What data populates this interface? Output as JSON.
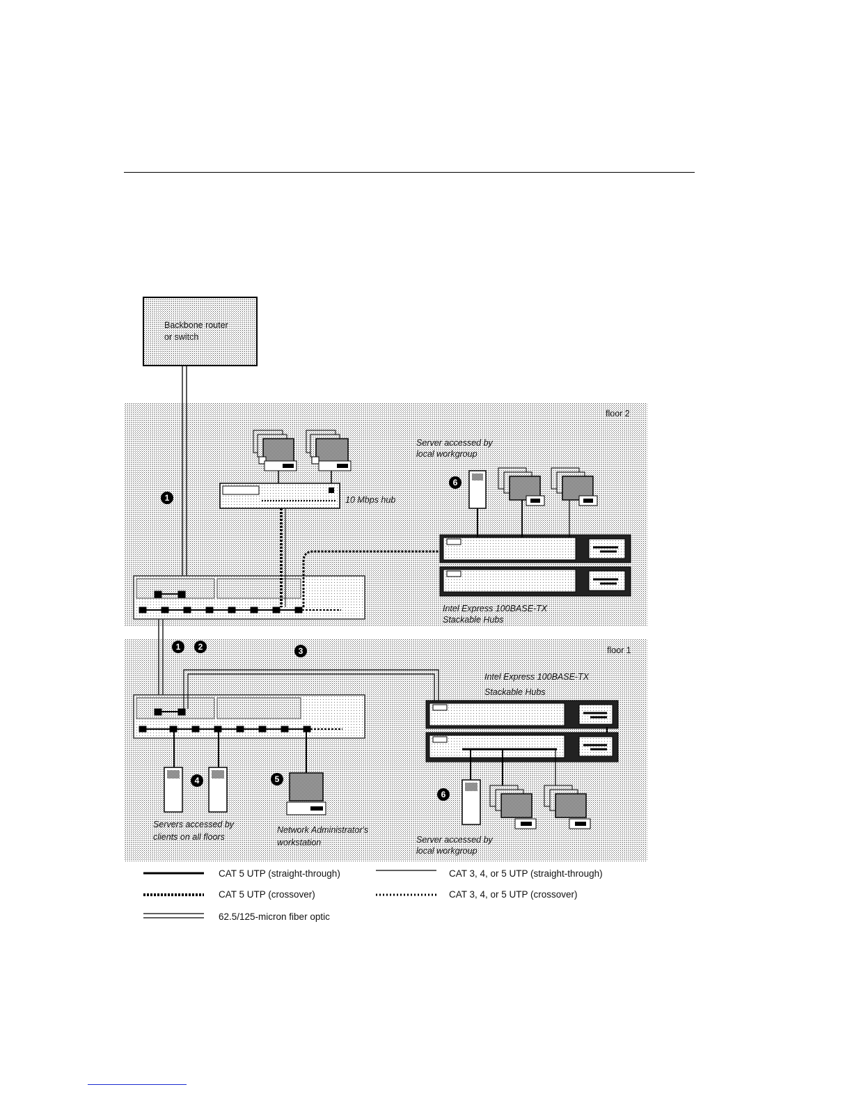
{
  "labels": {
    "backbone": [
      "Backbone router",
      "or switch"
    ],
    "floor2": "floor 2",
    "floor1": "floor 1",
    "hub": "10 Mbps hub",
    "server_local_top": [
      "Server accessed by",
      "local workgroup"
    ],
    "stackable_top": [
      "Intel Express 100BASE-TX",
      "Stackable Hubs"
    ],
    "stackable_bottom": [
      "Intel Express 100BASE-TX",
      "Stackable Hubs"
    ],
    "servers_all": [
      "Servers accessed by",
      "clients on all floors"
    ],
    "netmgmt": [
      "Network Administrator's",
      "workstation"
    ],
    "server_local_bottom": [
      "Server accessed by",
      "local workgroup"
    ]
  },
  "badges": {
    "one_a": "1",
    "one_b": "1",
    "two": "2",
    "three": "3",
    "four": "4",
    "five": "5",
    "six_a": "6",
    "six_b": "6"
  },
  "legend": [
    {
      "style": "thick-solid",
      "text": "CAT 5 UTP (straight-through)"
    },
    {
      "style": "thin-solid",
      "text": "CAT 3, 4, or 5 UTP (straight-through)"
    },
    {
      "style": "thick-dotted",
      "text": "CAT 5 UTP (crossover)"
    },
    {
      "style": "thin-dotted",
      "text": "CAT 3, 4, or 5 UTP (crossover)"
    },
    {
      "style": "double-line",
      "text": "62.5/125-micron fiber optic"
    }
  ],
  "colors": {
    "ink": "#000000",
    "page": "#ffffff",
    "dither": "#555555",
    "footer_rule": "#1a2bd0"
  }
}
